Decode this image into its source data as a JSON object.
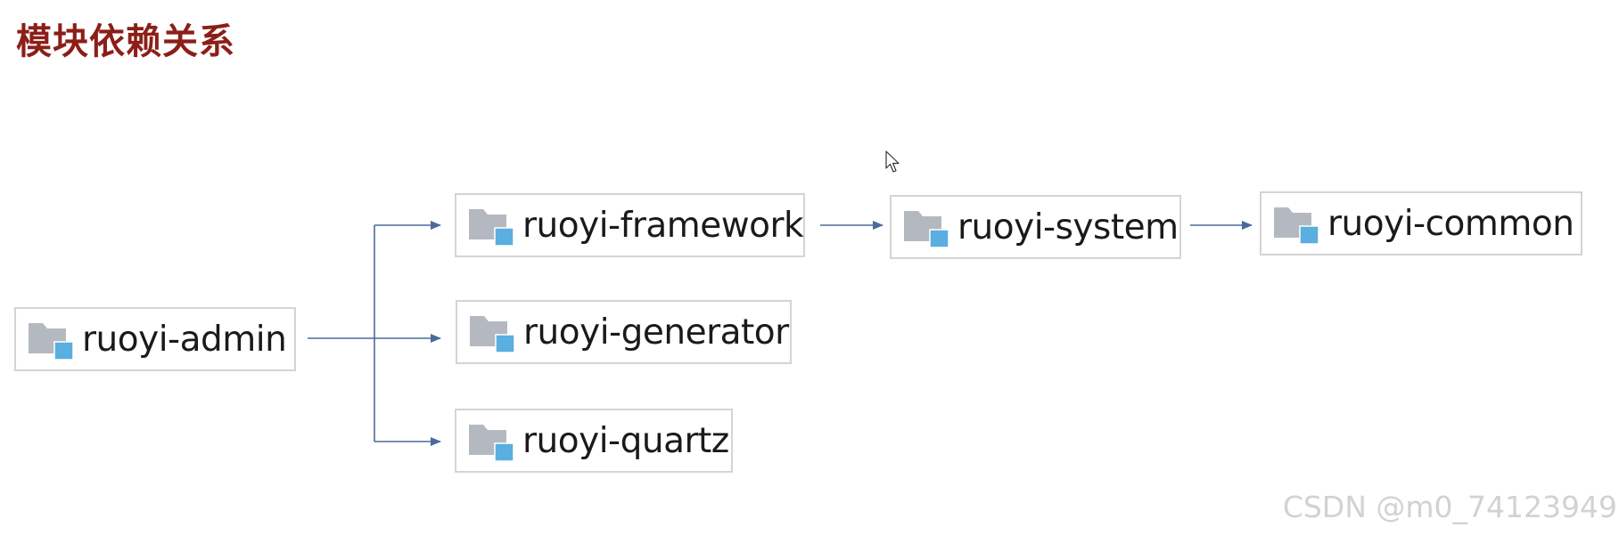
{
  "title": "模块依赖关系",
  "nodes": {
    "admin": {
      "label": "ruoyi-admin",
      "icon": "module-folder-icon"
    },
    "framework": {
      "label": "ruoyi-framework",
      "icon": "module-folder-icon"
    },
    "generator": {
      "label": "ruoyi-generator",
      "icon": "module-folder-icon"
    },
    "quartz": {
      "label": "ruoyi-quartz",
      "icon": "module-folder-icon"
    },
    "system": {
      "label": "ruoyi-system",
      "icon": "module-folder-icon"
    },
    "common": {
      "label": "ruoyi-common",
      "icon": "module-folder-icon"
    }
  },
  "edges": [
    {
      "from": "ruoyi-admin",
      "to": "ruoyi-framework"
    },
    {
      "from": "ruoyi-admin",
      "to": "ruoyi-generator"
    },
    {
      "from": "ruoyi-admin",
      "to": "ruoyi-quartz"
    },
    {
      "from": "ruoyi-framework",
      "to": "ruoyi-system"
    },
    {
      "from": "ruoyi-system",
      "to": "ruoyi-common"
    }
  ],
  "watermark": "CSDN @m0_74123949",
  "colors": {
    "title": "#8b1f18",
    "arrow": "#4a6b9a",
    "node_border": "#d4d4d4",
    "folder": "#b4b9c1",
    "module_badge": "#5aaee0"
  }
}
